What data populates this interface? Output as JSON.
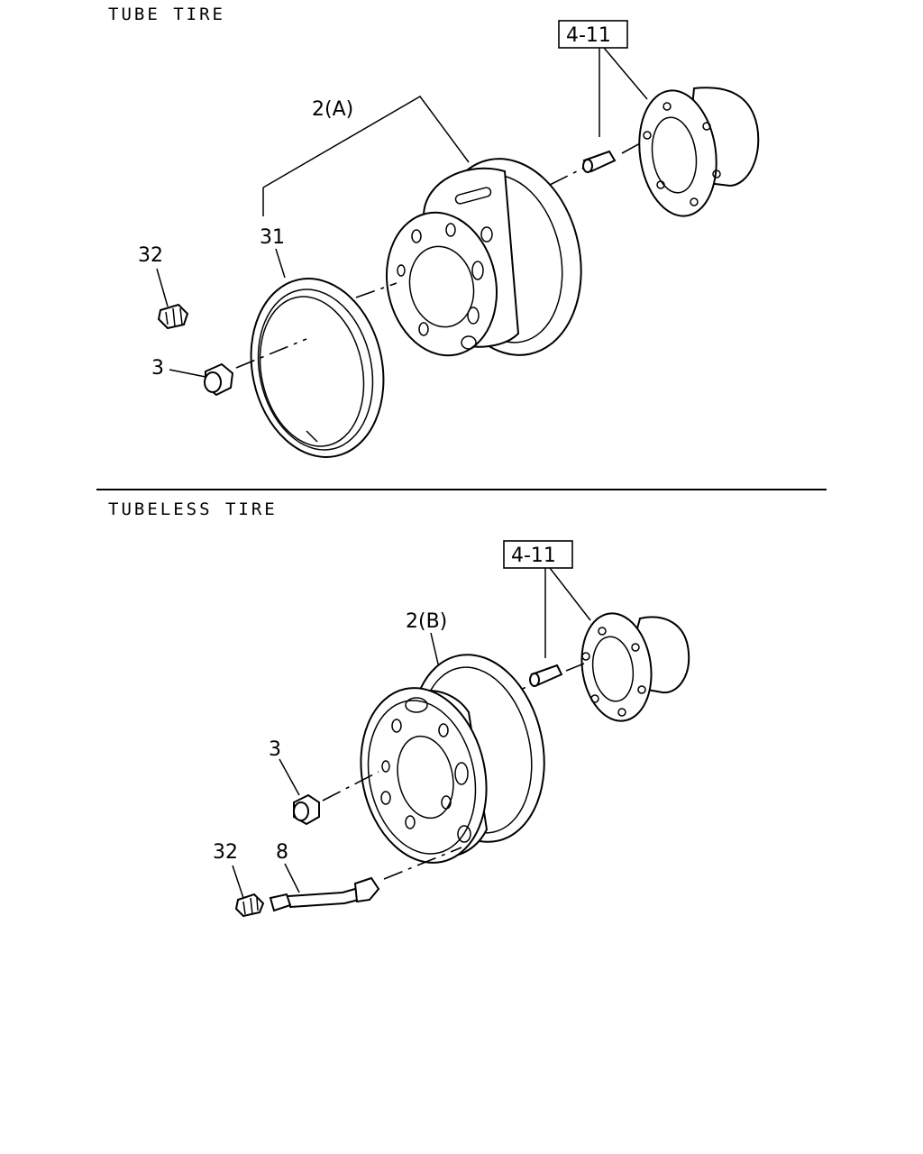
{
  "sections": [
    {
      "heading": "TUBE TIRE",
      "callouts": {
        "ref_box": "4-11",
        "wheel": "2(A)",
        "ring": "31",
        "cap": "32",
        "nut": "3"
      }
    },
    {
      "heading": "TUBELESS TIRE",
      "callouts": {
        "ref_box": "4-11",
        "wheel": "2(B)",
        "nut": "3",
        "cap": "32",
        "valve": "8"
      }
    }
  ]
}
